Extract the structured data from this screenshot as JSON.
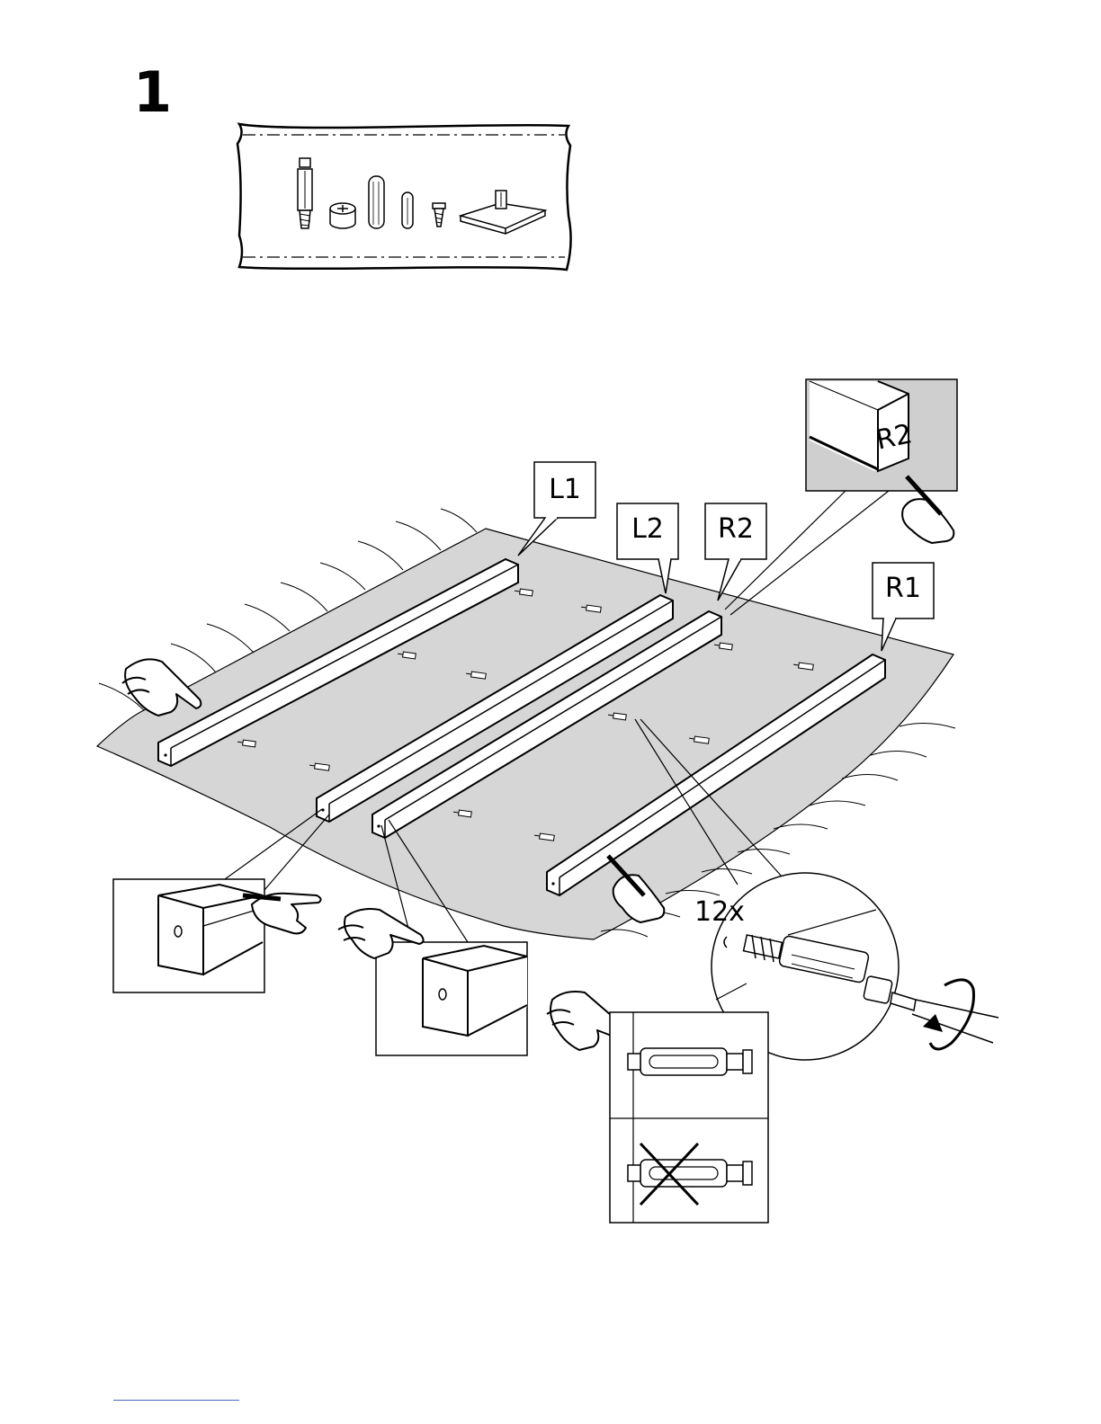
{
  "step": {
    "number": "1"
  },
  "parts_bag": {
    "items": [
      "cam-bolt-icon",
      "cam-lock-icon",
      "wood-dowel-icon",
      "small-dowel-icon",
      "screw-icon",
      "foot-glide-icon"
    ]
  },
  "beams": {
    "labels": {
      "l1": "L1",
      "l2": "L2",
      "r2": "R2",
      "r1": "R1"
    },
    "detail_label": "R2"
  },
  "hardware": {
    "quantity": "12x"
  },
  "colors": {
    "mat": "#d6d6d6",
    "line": "#000000",
    "detail_bg": "#cfcfcf"
  }
}
